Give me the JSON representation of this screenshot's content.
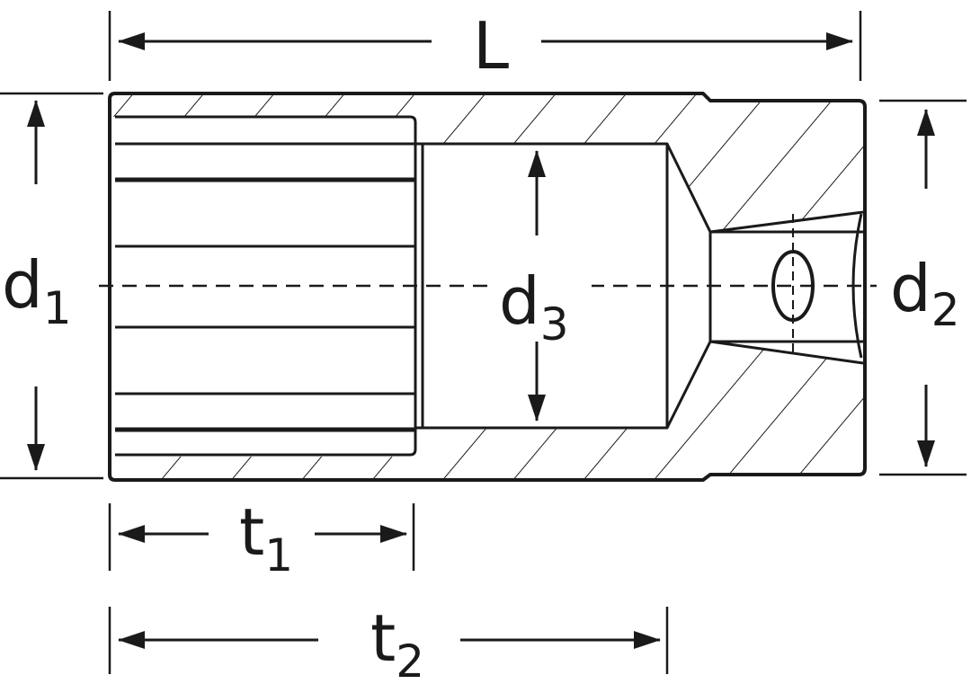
{
  "labels": {
    "L": "L",
    "d1": {
      "base": "d",
      "sub": "1"
    },
    "d2": {
      "base": "d",
      "sub": "2"
    },
    "d3": {
      "base": "d",
      "sub": "3"
    },
    "t1": {
      "base": "t",
      "sub": "1"
    },
    "t2": {
      "base": "t",
      "sub": "2"
    }
  },
  "colors": {
    "line": "#1a1a1a",
    "background": "#ffffff"
  }
}
